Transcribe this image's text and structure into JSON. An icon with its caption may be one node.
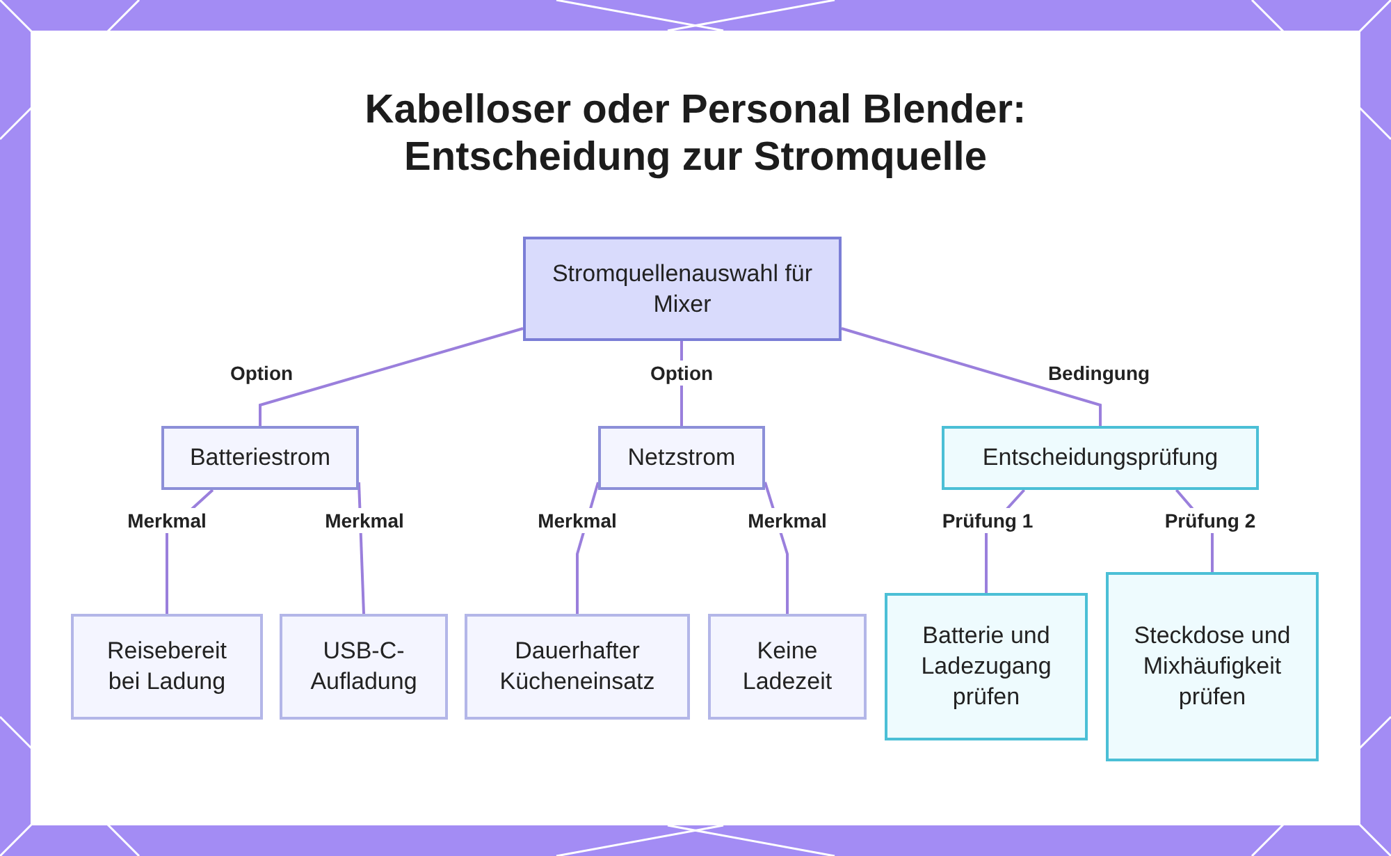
{
  "diagram": {
    "title": "Kabelloser oder Personal Blender: Entscheidung zur Stromquelle",
    "nodes": [
      {
        "text": [
          "Stromquellenauswahl für Mixer"
        ]
      },
      {
        "text": [
          "Batteriestrom"
        ]
      },
      {
        "text": [
          "Netzstrom"
        ]
      },
      {
        "text": [
          "Entscheidungsprüfung"
        ]
      },
      {
        "text": [
          "Reisebereit bei Ladung"
        ]
      },
      {
        "text": [
          "USB-C-Aufladung"
        ]
      },
      {
        "text": [
          "Dauerhafter Kücheneinsatz"
        ]
      },
      {
        "text": [
          "Keine Ladezeit"
        ]
      },
      {
        "text": [
          "Batterie und Ladezugang prüfen"
        ]
      },
      {
        "text": [
          "Steckdose und Mixhäufigkeit prüfen"
        ]
      }
    ],
    "edges": [
      {
        "from": 0,
        "to": 1,
        "arrow": "none",
        "label": "Option"
      },
      {
        "from": 0,
        "to": 2,
        "arrow": "none",
        "label": "Option"
      },
      {
        "from": 0,
        "to": 3,
        "arrow": "none",
        "label": "Bedingung"
      },
      {
        "from": 1,
        "to": 4,
        "arrow": "none",
        "label": "Merkmal"
      },
      {
        "from": 1,
        "to": 5,
        "arrow": "none",
        "label": "Merkmal"
      },
      {
        "from": 2,
        "to": 6,
        "arrow": "none",
        "label": "Merkmal"
      },
      {
        "from": 2,
        "to": 7,
        "arrow": "none",
        "label": "Merkmal"
      },
      {
        "from": 3,
        "to": 8,
        "arrow": "none",
        "label": "Prüfung 1"
      },
      {
        "from": 3,
        "to": 9,
        "arrow": "none",
        "label": "Prüfung 2"
      }
    ]
  }
}
